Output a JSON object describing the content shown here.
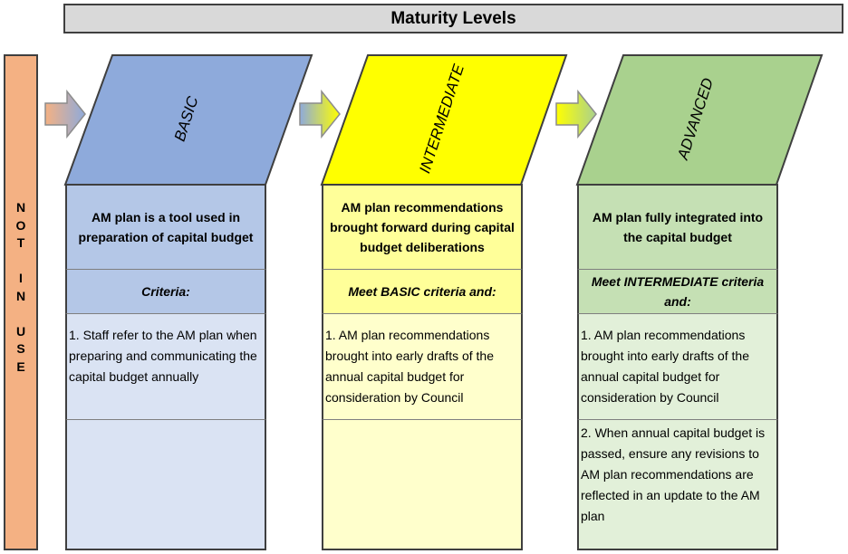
{
  "title": "Maturity Levels",
  "not_in_use": [
    "N",
    "O",
    "T",
    "",
    "I",
    "N",
    "",
    "U",
    "S",
    "E"
  ],
  "levels": [
    {
      "name": "BASIC",
      "summary": "AM plan is a tool used in preparation of capital budget",
      "criteria": "Criteria:",
      "items": [
        "1. Staff refer to the AM plan when preparing and communicating the capital budget annually"
      ],
      "colors": {
        "header": "#8eaadb",
        "summary": "#b4c7e7",
        "criteria": "#b4c7e7",
        "body": "#dae3f3"
      }
    },
    {
      "name": "INTERMEDIATE",
      "summary": "AM plan recommendations brought forward during capital budget deliberations",
      "criteria": "Meet BASIC criteria and:",
      "items": [
        "1. AM plan recommendations brought into early drafts of the annual capital budget for consideration by Council"
      ],
      "colors": {
        "header": "#ffff00",
        "summary": "#ffff99",
        "criteria": "#ffff99",
        "body": "#ffffcc"
      }
    },
    {
      "name": "ADVANCED",
      "summary": "AM plan fully integrated into the capital budget",
      "criteria": "Meet INTERMEDIATE criteria and:",
      "items": [
        "1. AM plan recommendations brought into early drafts of the annual capital budget for consideration by Council",
        "2. When annual capital budget is passed, ensure any revisions to AM plan recommendations are reflected in an update to the AM plan"
      ],
      "colors": {
        "header": "#a9d18e",
        "summary": "#c5e0b4",
        "criteria": "#c5e0b4",
        "body": "#e2f0d9"
      }
    }
  ]
}
